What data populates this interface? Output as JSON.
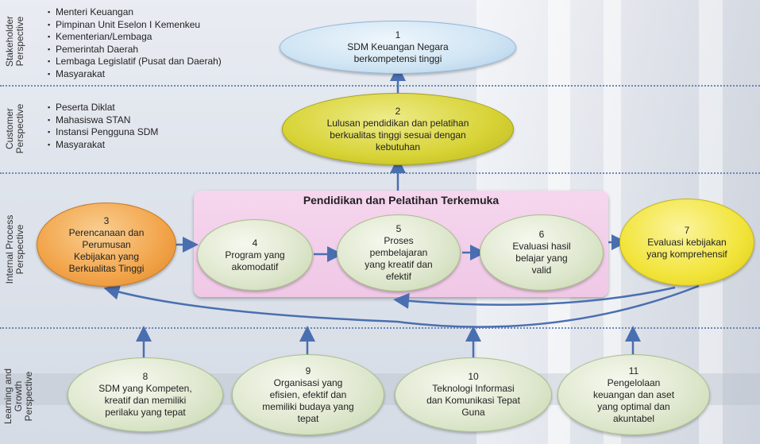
{
  "perspectives": {
    "stakeholder": [
      "Stakeholder",
      "Perspective"
    ],
    "customer": [
      "Customer",
      "Perspective"
    ],
    "internal": [
      "Internal Process",
      "Perspective"
    ],
    "learning": [
      "Learning and",
      "Growth",
      "Perspective"
    ]
  },
  "stakeholder_items": [
    "Menteri Keuangan",
    "Pimpinan Unit Eselon I Kemenkeu",
    "Kementerian/Lembaga",
    "Pemerintah Daerah",
    "Lembaga  Legislatif (Pusat dan Daerah)",
    "Masyarakat"
  ],
  "customer_items": [
    "Peserta Diklat",
    "Mahasiswa STAN",
    "Instansi Pengguna SDM",
    "Masyarakat"
  ],
  "process_group_title": "Pendidikan dan Pelatihan Terkemuka",
  "nodes": {
    "n1": {
      "num": "1",
      "lines": [
        "SDM Keuangan Negara",
        "berkompetensi tinggi"
      ],
      "color": "#cfe4f3"
    },
    "n2": {
      "num": "2",
      "lines": [
        "Lulusan pendidikan dan pelatihan",
        "berkualitas tinggi sesuai dengan",
        "kebutuhan"
      ],
      "color": "#d7d335"
    },
    "n3": {
      "num": "3",
      "lines": [
        "Perencanaan dan",
        "Perumusan",
        "Kebijakan yang",
        "Berkualitas Tinggi"
      ],
      "color": "#f2a44a"
    },
    "n4": {
      "num": "4",
      "lines": [
        "Program yang",
        "akomodatif"
      ]
    },
    "n5": {
      "num": "5",
      "lines": [
        "Proses",
        "pembelajaran",
        "yang kreatif dan",
        "efektif"
      ]
    },
    "n6": {
      "num": "6",
      "lines": [
        "Evaluasi hasil",
        "belajar yang",
        "valid"
      ]
    },
    "n7": {
      "num": "7",
      "lines": [
        "Evaluasi kebijakan",
        "yang komprehensif"
      ],
      "color": "#f2e43a"
    },
    "n8": {
      "num": "8",
      "lines": [
        "SDM yang Kompeten,",
        "kreatif dan memiliki",
        "perilaku yang tepat"
      ]
    },
    "n9": {
      "num": "9",
      "lines": [
        "Organisasi yang",
        "efisien, efektif dan",
        "memiliki budaya yang",
        "tepat"
      ]
    },
    "n10": {
      "num": "10",
      "lines": [
        "Teknologi Informasi",
        "dan Komunikasi Tepat",
        "Guna"
      ]
    },
    "n11": {
      "num": "11",
      "lines": [
        "Pengelolaan",
        "keuangan dan aset",
        "yang  optimal dan",
        "akuntabel"
      ]
    }
  },
  "colors": {
    "arrow": "#4a6fb0",
    "divider": "#6e87b8",
    "pink": "#efc8e6"
  }
}
